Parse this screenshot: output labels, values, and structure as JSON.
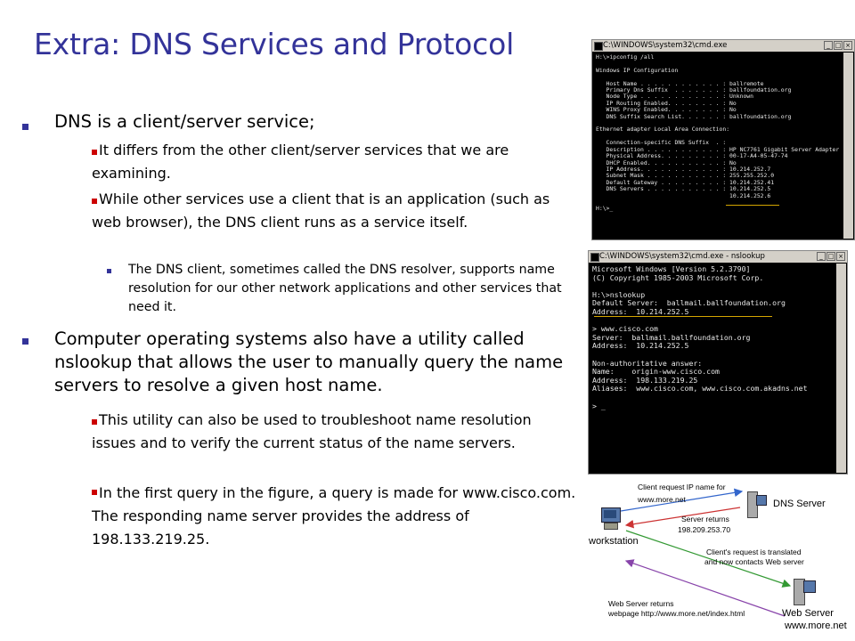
{
  "title": "Extra: DNS Services and Protocol",
  "bullets": {
    "b1": "DNS is a client/server service;",
    "b1_1": "It differs from the other client/server services that we are examining.",
    "b1_2": "While other services use a client that is an application (such as web browser), the DNS client runs as a service itself.",
    "b1_2_1": "The DNS client, sometimes called the DNS resolver, supports name resolution for our other network applications and other services that need it.",
    "b2": "Computer operating systems also have a utility called nslookup that allows the user to manually query the name servers to resolve a given host name.",
    "b2_1": "This utility can also be used to troubleshoot name resolution issues and to verify the current status of the name servers.",
    "b2_2": "In the first query in the figure, a query is made for www.cisco.com. The responding name server provides the address of 198.133.219.25."
  },
  "win1": {
    "title": "C:\\WINDOWS\\system32\\cmd.exe",
    "text": "H:\\>ipconfig /all\n\nWindows IP Configuration\n\n   Host Name . . . . . . . . . . . . : ballremote\n   Primary Dns Suffix  . . . . . . . : ballfoundation.org\n   Node Type . . . . . . . . . . . . : Unknown\n   IP Routing Enabled. . . . . . . . : No\n   WINS Proxy Enabled. . . . . . . . : No\n   DNS Suffix Search List. . . . . . : ballfoundation.org\n\nEthernet adapter Local Area Connection:\n\n   Connection-specific DNS Suffix  . :\n   Description . . . . . . . . . . . : HP NC7761 Gigabit Server Adapter\n   Physical Address. . . . . . . . . : 00-17-A4-05-47-74\n   DHCP Enabled. . . . . . . . . . . : No\n   IP Address. . . . . . . . . . . . : 10.214.252.7\n   Subnet Mask . . . . . . . . . . . : 255.255.252.0\n   Default Gateway . . . . . . . . . : 10.214.252.41\n   DNS Servers . . . . . . . . . . . : 10.214.252.5\n                                       10.214.252.6\n\nH:\\>_"
  },
  "win2": {
    "title": "C:\\WINDOWS\\system32\\cmd.exe - nslookup",
    "text": "Microsoft Windows [Version 5.2.3790]\n(C) Copyright 1985-2003 Microsoft Corp.\n\nH:\\>nslookup\nDefault Server:  ballmail.ballfoundation.org\nAddress:  10.214.252.5\n\n> www.cisco.com\nServer:  ballmail.ballfoundation.org\nAddress:  10.214.252.5\n\nNon-authoritative answer:\nName:    origin-www.cisco.com\nAddress:  198.133.219.25\nAliases:  www.cisco.com, www.cisco.com.akadns.net\n\n> _"
  },
  "diagram": {
    "label1": "Client request IP name for",
    "label1b": "www.more.net",
    "dns_server": "DNS Server",
    "label2": "Server returns",
    "label2b": "198.209.253.70",
    "workstation": "workstation",
    "label3": "Client's request is translated",
    "label3b": "and now contacts Web server",
    "label4": "Web Server returns",
    "label4b": "webpage http://www.more.net/index.html",
    "web_server": "Web Server",
    "web_server_url": "www.more.net"
  },
  "colors": {
    "title": "#333399",
    "bullet_l1": "#333399",
    "bullet_l2": "#cc0000",
    "arrow_blue": "#3366cc",
    "arrow_red": "#cc3333",
    "arrow_purple": "#8844aa",
    "arrow_green": "#339933"
  }
}
